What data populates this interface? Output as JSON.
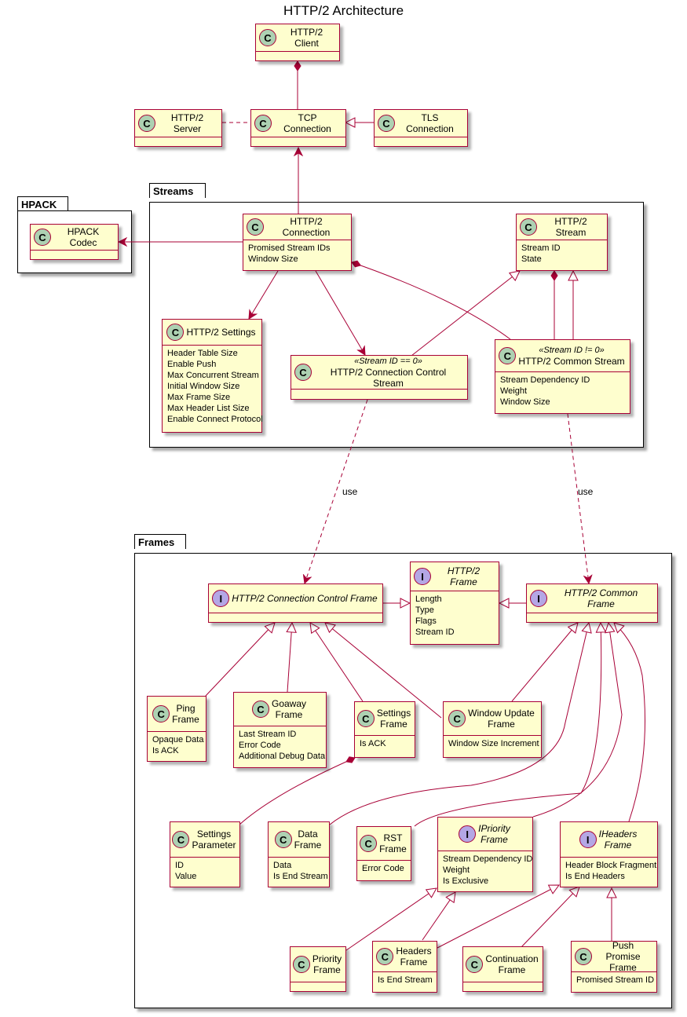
{
  "title": "HTTP/2 Architecture",
  "colors": {
    "border": "#A80036",
    "class_fill": "#FEFECE",
    "class_badge": "#ADD1B2",
    "interface_badge": "#B4A7E5"
  },
  "packages": {
    "hpack": "HPACK",
    "streams": "Streams",
    "frames": "Frames"
  },
  "badges": {
    "class": "C",
    "interface": "I"
  },
  "labels": {
    "use": "use"
  },
  "nodes": {
    "client": {
      "name": "HTTP/2 Client"
    },
    "server": {
      "name": "HTTP/2 Server"
    },
    "tcp": {
      "name": "TCP Connection"
    },
    "tls": {
      "name": "TLS Connection"
    },
    "hpack_codec": {
      "name": "HPACK Codec"
    },
    "connection": {
      "name": "HTTP/2 Connection",
      "attrs": [
        "Promised Stream IDs",
        "Window Size"
      ]
    },
    "stream": {
      "name": "HTTP/2 Stream",
      "attrs": [
        "Stream ID",
        "State"
      ]
    },
    "settings": {
      "name": "HTTP/2 Settings",
      "attrs": [
        "Header Table Size",
        "Enable Push",
        "Max Concurrent Stream",
        "Initial Window Size",
        "Max Frame Size",
        "Max Header List Size",
        "Enable Connect Protocol"
      ]
    },
    "ctrl_stream": {
      "stereotype": "«Stream ID == 0»",
      "name": "HTTP/2 Connection Control Stream"
    },
    "common_stream": {
      "stereotype": "«Stream ID != 0»",
      "name": "HTTP/2 Common Stream",
      "attrs": [
        "Stream Dependency ID",
        "Weight",
        "Window Size"
      ]
    },
    "ctrl_frame": {
      "name": "HTTP/2 Connection Control Frame"
    },
    "frame": {
      "name": "HTTP/2 Frame",
      "attrs": [
        "Length",
        "Type",
        "Flags",
        "Stream ID"
      ]
    },
    "common_frame": {
      "name": "HTTP/2 Common Frame"
    },
    "ping": {
      "name": [
        "Ping",
        "Frame"
      ],
      "attrs": [
        "Opaque Data",
        "Is ACK"
      ]
    },
    "goaway": {
      "name": [
        "Goaway",
        "Frame"
      ],
      "attrs": [
        "Last Stream ID",
        "Error Code",
        "Additional Debug Data"
      ]
    },
    "settings_frame": {
      "name": [
        "Settings",
        "Frame"
      ],
      "attrs": [
        "Is ACK"
      ]
    },
    "window_update": {
      "name": [
        "Window Update",
        "Frame"
      ],
      "attrs": [
        "Window Size Increment"
      ]
    },
    "settings_param": {
      "name": [
        "Settings",
        "Parameter"
      ],
      "attrs": [
        "ID",
        "Value"
      ]
    },
    "data_frame": {
      "name": [
        "Data",
        "Frame"
      ],
      "attrs": [
        "Data",
        "Is End Stream"
      ]
    },
    "rst_frame": {
      "name": [
        "RST",
        "Frame"
      ],
      "attrs": [
        "Error Code"
      ]
    },
    "ipriority": {
      "name": [
        "IPriority",
        "Frame"
      ],
      "attrs": [
        "Stream Dependency ID",
        "Weight",
        "Is Exclusive"
      ]
    },
    "iheaders": {
      "name": [
        "IHeaders",
        "Frame"
      ],
      "attrs": [
        "Header Block Fragment",
        "Is End Headers"
      ]
    },
    "priority_frame": {
      "name": [
        "Priority",
        "Frame"
      ]
    },
    "headers_frame": {
      "name": [
        "Headers",
        "Frame"
      ],
      "attrs": [
        "Is End Stream"
      ]
    },
    "continuation": {
      "name": [
        "Continuation",
        "Frame"
      ]
    },
    "push_promise": {
      "name": [
        "Push Promise",
        "Frame"
      ],
      "attrs": [
        "Promised Stream ID"
      ]
    }
  }
}
